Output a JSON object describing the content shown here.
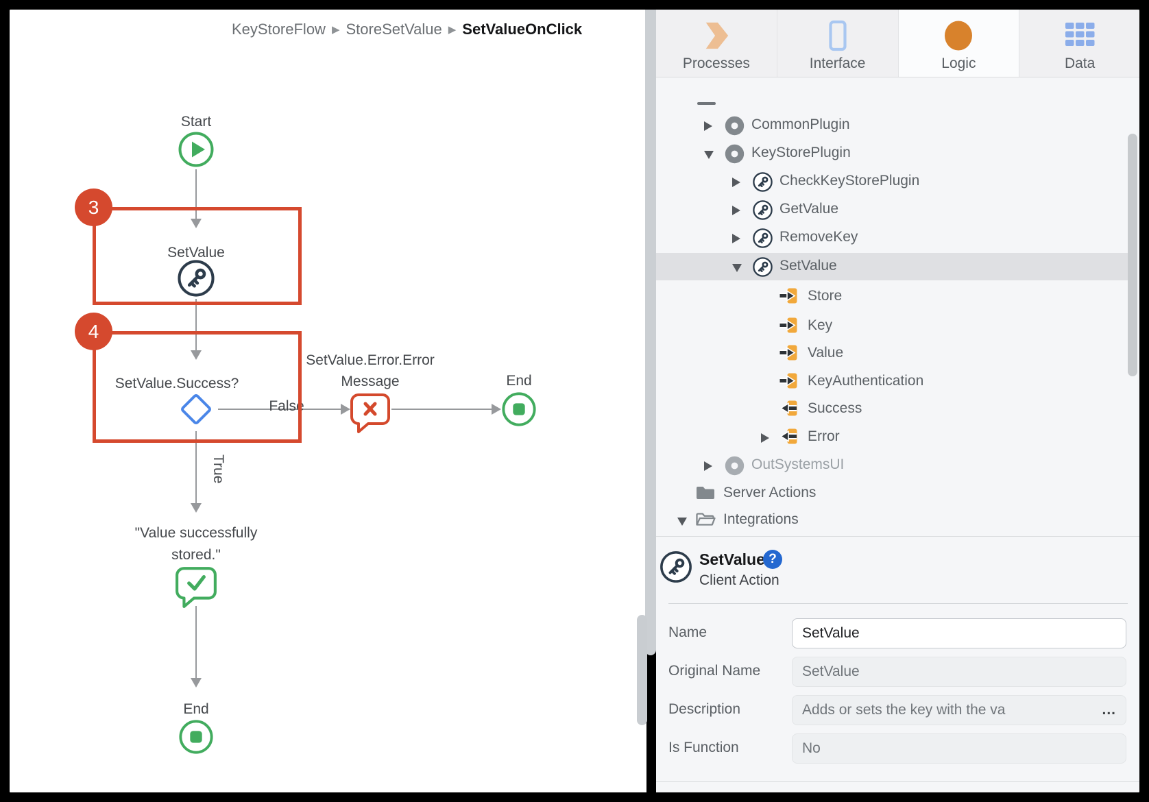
{
  "colors": {
    "accent_red": "#d5492e",
    "flow_green": "#42ac5e",
    "decision_blue": "#4a86e8",
    "error_red": "#d4492c",
    "node_dark": "#2d3c4b",
    "param_orange": "#f1a83b",
    "param_arrow": "#2e3338",
    "tree_gray": "#82888d",
    "processes_peach": "#edbe93",
    "interface_blue": "#a9c7f1",
    "logic_orange": "#d8822c",
    "data_blue": "#8badea",
    "help_blue": "#2468d0"
  },
  "breadcrumb": {
    "items": [
      "KeyStoreFlow",
      "StoreSetValue",
      "SetValueOnClick"
    ]
  },
  "flow": {
    "start_label": "Start",
    "setvalue_label": "SetValue",
    "decision_label": "SetValue.Success?",
    "error_label_line1": "SetValue.Error.Error",
    "error_label_line2": "Message",
    "end_right_label": "End",
    "success_label_line1": "\"Value successfully",
    "success_label_line2": "stored.\"",
    "end_bottom_label": "End",
    "edges": {
      "false_label": "False",
      "true_label": "True"
    },
    "badges": {
      "step3": "3",
      "step4": "4"
    }
  },
  "tabs": [
    {
      "label": "Processes",
      "icon": "processes-icon",
      "selected": false
    },
    {
      "label": "Interface",
      "icon": "interface-icon",
      "selected": false
    },
    {
      "label": "Logic",
      "icon": "logic-icon",
      "selected": true
    },
    {
      "label": "Data",
      "icon": "data-icon",
      "selected": false
    }
  ],
  "tree": {
    "items": [
      {
        "label": "CommonPlugin",
        "icon": "module-donut-icon",
        "level": 2,
        "expander": "collapsed",
        "selected": false,
        "muted": false
      },
      {
        "label": "KeyStorePlugin",
        "icon": "module-donut-icon",
        "level": 2,
        "expander": "expanded",
        "selected": false,
        "muted": false
      },
      {
        "label": "CheckKeyStorePlugin",
        "icon": "client-action-key-icon",
        "level": 3,
        "expander": "collapsed",
        "selected": false,
        "muted": false
      },
      {
        "label": "GetValue",
        "icon": "client-action-key-icon",
        "level": 3,
        "expander": "collapsed",
        "selected": false,
        "muted": false
      },
      {
        "label": "RemoveKey",
        "icon": "client-action-key-icon",
        "level": 3,
        "expander": "collapsed",
        "selected": false,
        "muted": false
      },
      {
        "label": "SetValue",
        "icon": "client-action-key-icon",
        "level": 3,
        "expander": "expanded",
        "selected": true,
        "muted": false
      },
      {
        "label": "Store",
        "icon": "input-param-icon",
        "level": 4,
        "expander": "none",
        "selected": false,
        "muted": false
      },
      {
        "label": "Key",
        "icon": "input-param-icon",
        "level": 4,
        "expander": "none",
        "selected": false,
        "muted": false
      },
      {
        "label": "Value",
        "icon": "input-param-icon",
        "level": 4,
        "expander": "none",
        "selected": false,
        "muted": false
      },
      {
        "label": "KeyAuthentication",
        "icon": "input-param-icon",
        "level": 4,
        "expander": "none",
        "selected": false,
        "muted": false
      },
      {
        "label": "Success",
        "icon": "output-param-icon",
        "level": 4,
        "expander": "none",
        "selected": false,
        "muted": false
      },
      {
        "label": "Error",
        "icon": "output-param-icon",
        "level": 4,
        "expander": "collapsed",
        "selected": false,
        "muted": false
      },
      {
        "label": "OutSystemsUI",
        "icon": "module-donut-icon",
        "level": 2,
        "expander": "collapsed",
        "selected": false,
        "muted": true
      },
      {
        "label": "Server Actions",
        "icon": "folder-closed-icon",
        "level": 1,
        "expander": "none",
        "selected": false,
        "muted": false
      },
      {
        "label": "Integrations",
        "icon": "folder-open-icon",
        "level": 1,
        "expander": "expanded",
        "selected": false,
        "muted": false
      }
    ]
  },
  "properties": {
    "title": "SetValue",
    "help_badge": "?",
    "subtitle": "Client Action",
    "fields": [
      {
        "label": "Name",
        "value": "SetValue",
        "editable": true,
        "ellipsis": ""
      },
      {
        "label": "Original Name",
        "value": "SetValue",
        "editable": false,
        "ellipsis": ""
      },
      {
        "label": "Description",
        "value": "Adds or sets the key with the va",
        "editable": false,
        "ellipsis": "..."
      },
      {
        "label": "Is Function",
        "value": "No",
        "editable": false,
        "ellipsis": ""
      }
    ]
  }
}
